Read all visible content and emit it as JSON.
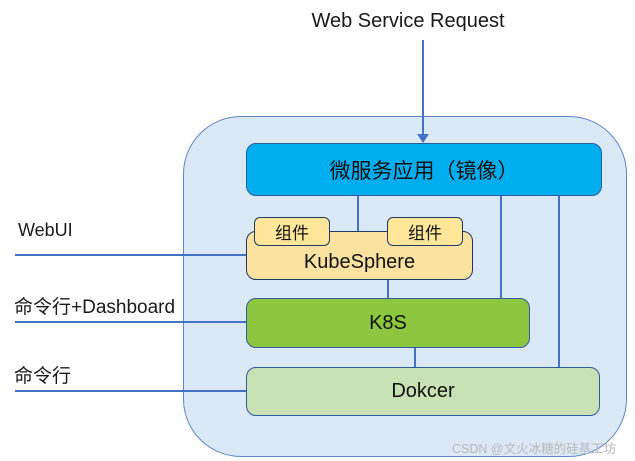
{
  "title": "Web Service Request",
  "left_labels": {
    "webui": "WebUI",
    "cmd_dashboard": "命令行+Dashboard",
    "cmd": "命令行"
  },
  "diagram": {
    "nodes": {
      "microservice_app": {
        "label": "微服务应用（镜像）",
        "fill": "#00aeef"
      },
      "component_left": {
        "label": "组件",
        "fill": "#ffe699"
      },
      "component_right": {
        "label": "组件",
        "fill": "#ffe699"
      },
      "kubesphere": {
        "label": "KubeSphere",
        "fill": "#fbe2a0"
      },
      "k8s": {
        "label": "K8S",
        "fill": "#8dc63f"
      },
      "docker": {
        "label": "Dokcer",
        "fill": "#c8e2b6"
      }
    },
    "connections": [
      "Web Service Request -> 微服务应用（镜像）",
      "微服务应用（镜像） -> KubeSphere",
      "微服务应用（镜像） -> K8S",
      "微服务应用（镜像） -> Dokcer",
      "KubeSphere -> K8S",
      "K8S -> Dokcer",
      "WebUI -> KubeSphere",
      "命令行+Dashboard -> K8S",
      "命令行 -> Dokcer"
    ],
    "colors": {
      "connector": "#4472c4",
      "container_fill": "#dbe8f6",
      "container_border": "#5e87c9",
      "dark_navy_border": "#1f3864",
      "blue_border": "#2e5b9f",
      "text": "#1a1a1a"
    }
  },
  "watermark": "CSDN @文火冰糖的硅基工坊"
}
